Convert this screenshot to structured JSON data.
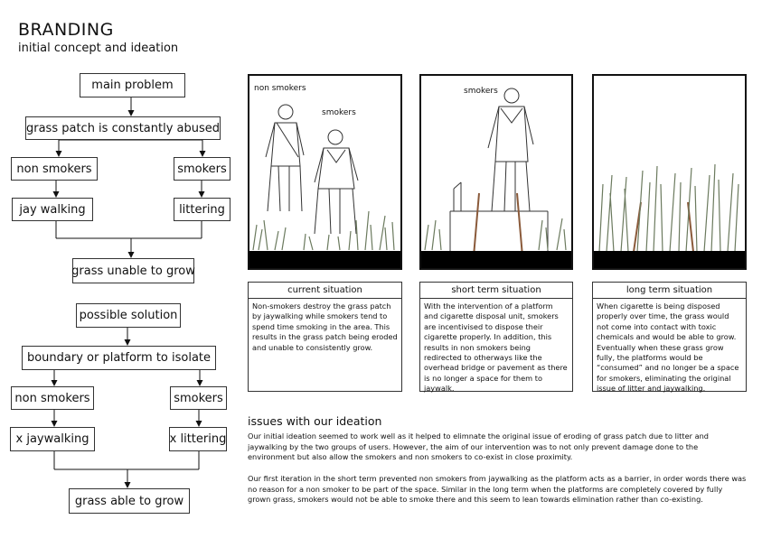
{
  "header": {
    "title": "BRANDING",
    "subtitle": "initial concept and ideation"
  },
  "problem_flow": {
    "main": "main problem",
    "issue": "grass patch is constantly abused",
    "left_group": "non smokers",
    "right_group": "smokers",
    "left_action": "jay walking",
    "right_action": "littering",
    "result": "grass unable to grow"
  },
  "solution_flow": {
    "main": "possible solution",
    "idea": "boundary or platform to isolate",
    "left_group": "non smokers",
    "right_group": "smokers",
    "left_action": "x jaywalking",
    "right_action": "x littering",
    "result": "grass able to grow"
  },
  "panels": {
    "current": {
      "label_a": "non smokers",
      "label_b": "smokers"
    },
    "short": {
      "label_a": "smokers"
    }
  },
  "situations": {
    "current": {
      "title": "current situation",
      "text": "Non-smokers destroy the grass patch by jaywalking while smokers tend to spend time smoking in the area. This results in the grass patch being eroded and unable to consistently grow."
    },
    "short": {
      "title": "short term situation",
      "text": "With the intervention of a platform and cigarette disposal unit, smokers are incentivised to dispose their cigarette properly. In addition, this results in non smokers being redirected to otherways like the overhead bridge or pavement as there is no longer a space for them to jaywalk."
    },
    "long": {
      "title": "long term situation",
      "text": "When cigarette is being disposed properly over time, the grass would not come into contact with toxic chemicals and would be able to grow. Eventually when these grass grow fully, the platforms would be “consumed” and no longer be a space for smokers, eliminating the original issue of litter and jaywalking."
    }
  },
  "issues": {
    "heading": "issues with our ideation",
    "para1": "Our initial ideation seemed to work well as it helped to elimnate the original issue of eroding of grass patch due to litter and jaywalking by the two groups of users. However, the aim of our intervention was to not only prevent damage done to the environment but also allow the smokers and non smokers to co-exist in close proximity.",
    "para2": "Our first iteration in the short term prevented non smokers from jaywalking as the platform acts as a barrier, in order words there was no reason for a non smoker to be part of the space. Similar in the long term when the platforms are completely covered by fully grown grass, smokers would not be able to smoke there and this seem to lean towards elimination rather than co-existing."
  }
}
